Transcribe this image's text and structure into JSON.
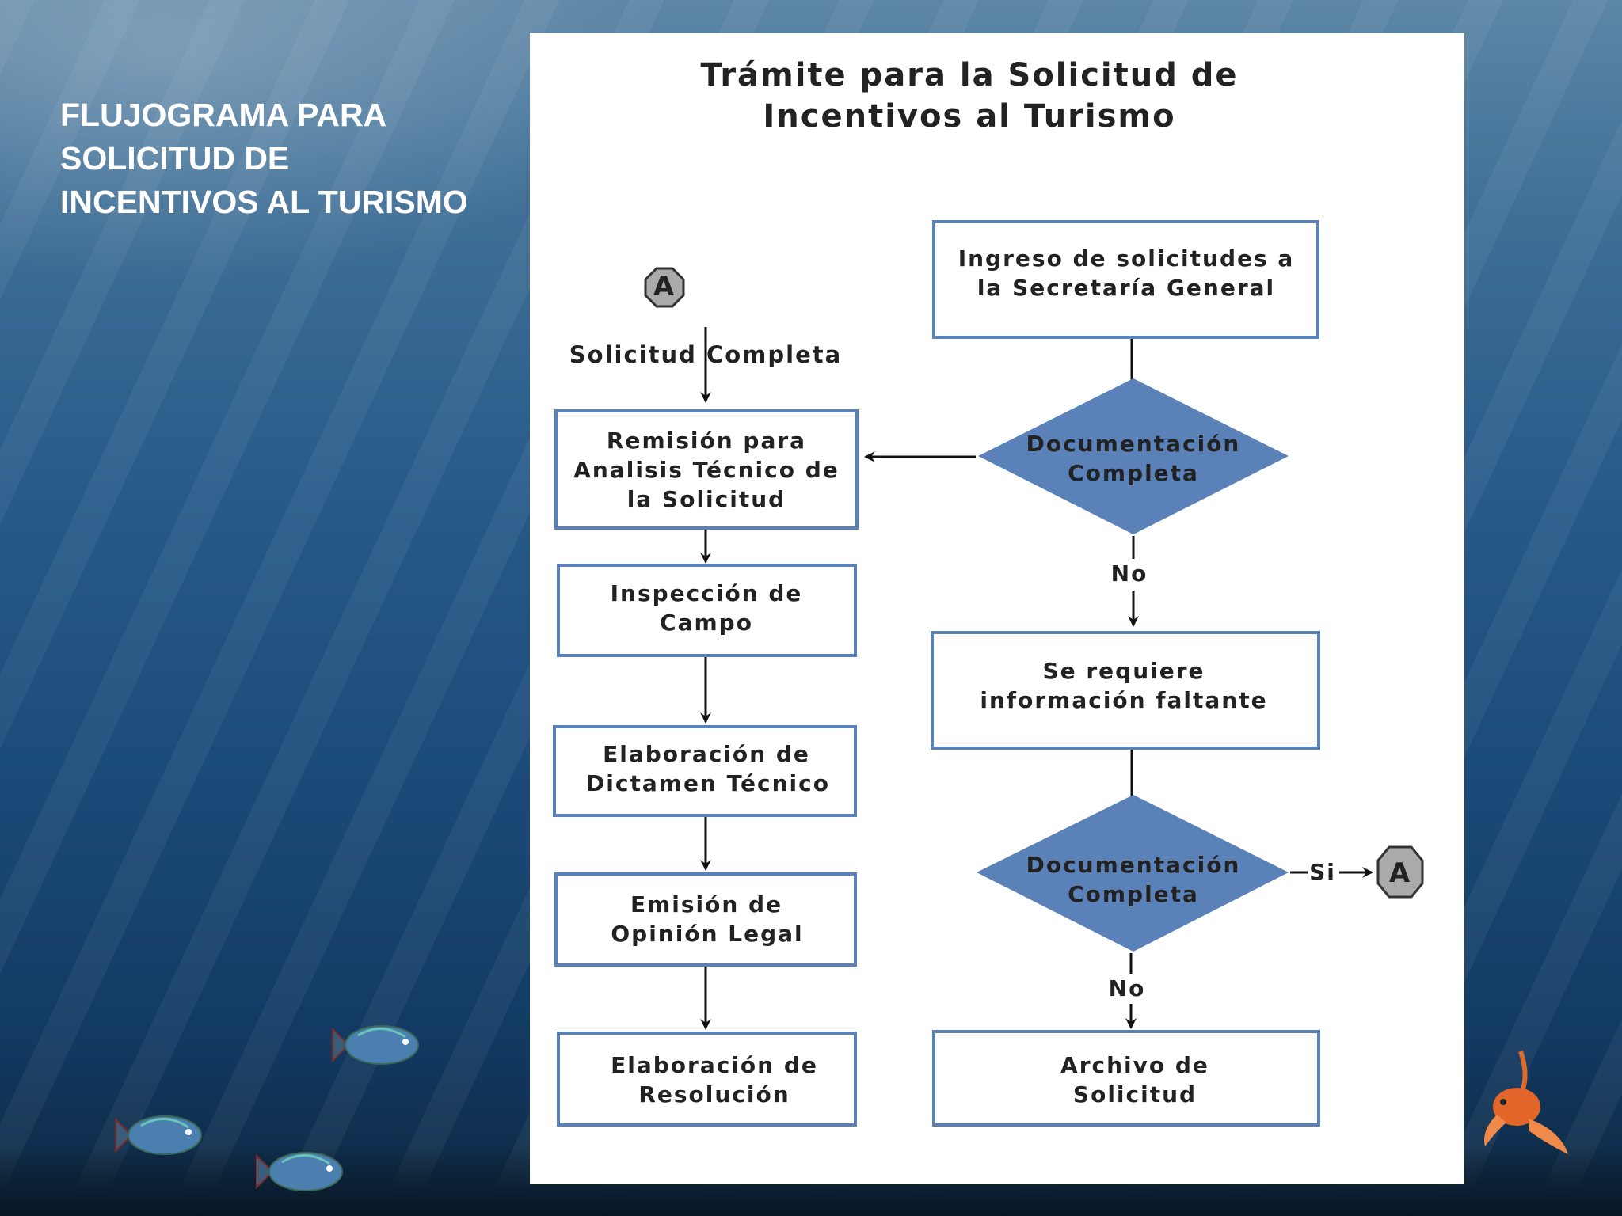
{
  "slide": {
    "title": "FLUJOGRAMA PARA\nSOLICITUD DE\nINCENTIVOS AL TURISMO"
  },
  "diagram": {
    "title_line1": "Trámite para la Solicitud de",
    "title_line2": "Incentivos al Turismo",
    "connector_a_label": "A",
    "connector_a2_label": "A",
    "edge_solicitud_completa": "Solicitud Completa",
    "box_ingreso": [
      "Ingreso de solicitudes a",
      "la Secretaría General"
    ],
    "decision_1": [
      "Documentación",
      "Completa"
    ],
    "edge_no_1": "No",
    "box_requiere": [
      "Se requiere",
      "información faltante"
    ],
    "decision_2": [
      "Documentación",
      "Completa"
    ],
    "edge_si": "Si",
    "edge_no_2": "No",
    "box_archivo": [
      "Archivo de",
      "Solicitud"
    ],
    "box_remision": [
      "Remisión para",
      "Analisis Técnico de",
      "la Solicitud"
    ],
    "box_inspeccion": [
      "Inspección de",
      "Campo"
    ],
    "box_dictamen": [
      "Elaboración de",
      "Dictamen Técnico"
    ],
    "box_opinion": [
      "Emisión de",
      "Opinión Legal"
    ],
    "box_resolucion": [
      "Elaboración de",
      "Resolución"
    ]
  },
  "colors": {
    "box_border": "#5b82b8",
    "decision_fill": "#5b82b8",
    "connector_fill": "#a9aaa9"
  }
}
